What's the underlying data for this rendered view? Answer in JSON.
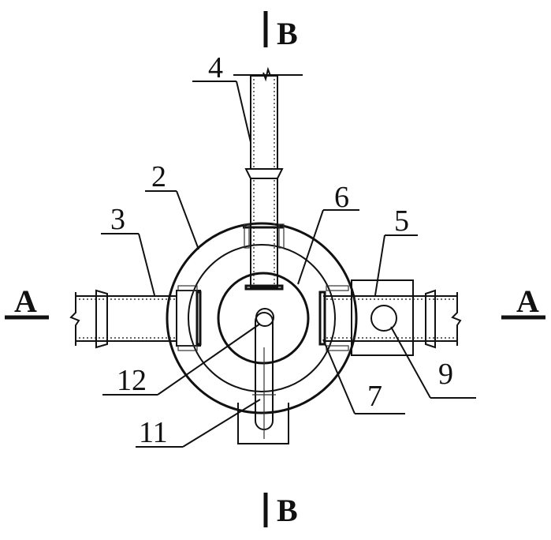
{
  "section_marks": {
    "top": "B",
    "bottom": "B",
    "left": "A",
    "right": "A"
  },
  "part_labels": {
    "p2": "2",
    "p3": "3",
    "p4": "4",
    "p5": "5",
    "p6": "6",
    "p7": "7",
    "p9": "9",
    "p11": "11",
    "p12": "12"
  }
}
